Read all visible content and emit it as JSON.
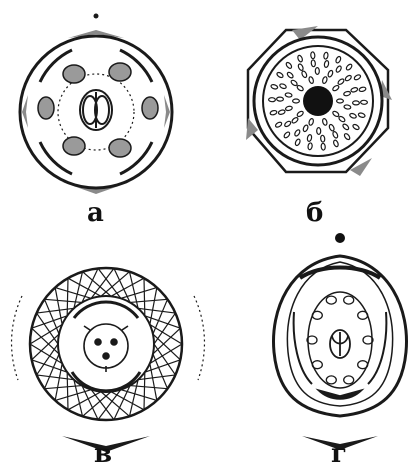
{
  "labels": {
    "a": "а",
    "b": "б",
    "v": "в",
    "g": "г"
  },
  "colors": {
    "ink": "#1a1a1a",
    "grey_fill": "#8a8a8a",
    "background": "#ffffff"
  }
}
